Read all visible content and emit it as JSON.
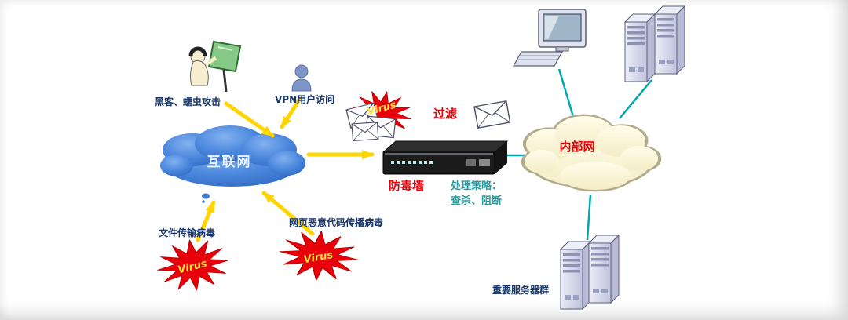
{
  "nodes": {
    "hacker": {
      "label": "黑客、蠕虫攻击"
    },
    "vpn_user": {
      "label": "VPN用户访问"
    },
    "internet_cloud": {
      "label": "互联网"
    },
    "mail_filter": {
      "label": "过滤"
    },
    "firewall": {
      "label": "防毒墙"
    },
    "strategy": {
      "line1": "处理策略：",
      "line2": "查杀、阻断"
    },
    "intranet_cloud": {
      "label": "内部网"
    },
    "file_virus": {
      "label": "文件传输病毒"
    },
    "web_virus": {
      "label": "网页恶意代码传播病毒"
    },
    "server_group": {
      "label": "重要服务器群"
    },
    "virus_burst": {
      "label": "Virus"
    }
  },
  "colors": {
    "internet_cloud": "#3e7ed6",
    "intranet_cloud": "#fbf5d8",
    "arrow": "#ffd400",
    "link": "#00a7ad",
    "virus_star": "#e8000b",
    "virus_text": "#ffe33a",
    "label_navy": "#17366b",
    "label_red": "#e8000b",
    "label_teal": "#2a9a9e"
  }
}
